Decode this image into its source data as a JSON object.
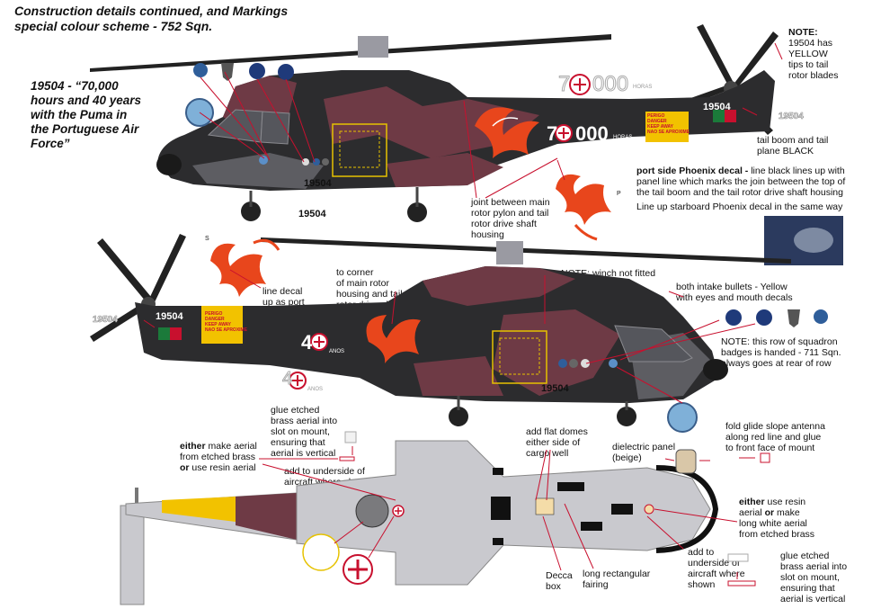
{
  "header": {
    "title_line1": "Construction details continued, and Markings",
    "title_line2": "special colour scheme - 752 Sqn."
  },
  "history": {
    "line1": "19504 - “70,000",
    "line2": "hours and 40 years",
    "line3": "with the Puma in",
    "line4": "the Portuguese Air",
    "line5": "Force”"
  },
  "notes": {
    "yellow_note_title": "NOTE:",
    "yellow_note_l1": "19504 has",
    "yellow_note_l2": "YELLOW",
    "yellow_note_l3": "tips to tail",
    "yellow_note_l4": "rotor blades",
    "tail_boom_l1": "tail boom and tail",
    "tail_boom_l2": "plane BLACK",
    "phoenix_bold": "port side Phoenix decal -",
    "phoenix_rest_l1": " line black lines up with",
    "phoenix_l2": "panel line which marks the join between the top of",
    "phoenix_l3": "the tail boom and the tail rotor drive shaft housing",
    "starboard_line": "Line up starboard Phoenix decal in the same way",
    "joint_l1": "joint between main",
    "joint_l2": "rotor pylon and tail",
    "joint_l3": "rotor drive shaft",
    "joint_l4": "housing",
    "line_decal_l1": "line decal",
    "line_decal_l2": "up as port",
    "corner_l1": "to corner",
    "corner_l2": "of main rotor",
    "corner_l3": "housing and tail",
    "corner_l4": "rotor drive shaft",
    "winch": "NOTE: winch not fitted",
    "bullets_l1": "both intake bullets - Yellow",
    "bullets_l2": "with eyes and mouth decals",
    "badges_l1": "NOTE: this row of squadron",
    "badges_l2": "badges is handed - 711 Sqn.",
    "badges_l3": "always goes at rear of row",
    "glue_top_l1": "glue etched",
    "glue_top_l2": "brass aerial into",
    "glue_top_l3": "slot on mount,",
    "glue_top_l4": "ensuring that",
    "glue_top_l5": "aerial is vertical",
    "either_left_l1_bold": "either",
    "either_left_l1_rest": " make aerial",
    "either_left_l2": "from etched brass",
    "either_left_l3_bold": "or",
    "either_left_l3_rest": " use resin aerial",
    "underside_left_l1": "add to underside of",
    "underside_left_l2": "aircraft where shown",
    "domes_l1": "add flat domes",
    "domes_l2": "either side of",
    "domes_l3": "cargo well",
    "dielectric_l1": "dielectric panel",
    "dielectric_l2": "(beige)",
    "glide_l1": "fold glide slope antenna",
    "glide_l2": "along red line and glue",
    "glide_l3": "to front face of mount",
    "either_right_l1_bold": "either",
    "either_right_l1_rest": " use resin",
    "either_right_l2_a": "aerial ",
    "either_right_l2_bold": "or",
    "either_right_l2_b": " make",
    "either_right_l3": "long white aerial",
    "either_right_l4": "from etched brass",
    "glue_right_l1": "glue etched",
    "glue_right_l2": "brass aerial into",
    "glue_right_l3": "slot on mount,",
    "glue_right_l4": "ensuring that",
    "glue_right_l5": "aerial is vertical",
    "add_under_right_l1": "add to",
    "add_under_right_l2": "underside of",
    "add_under_right_l3": "aircraft where",
    "add_under_right_l4": "shown",
    "fairing_l1": "long rectangular",
    "fairing_l2": "fairing",
    "decca_l1": "Decca",
    "decca_l2": "box"
  },
  "markings": {
    "serial": "19504",
    "hours_big": "70000",
    "hours_7": "7",
    "hours_000": "000",
    "hours_unit": "HORAS",
    "years_4": "4",
    "years_unit": "ANOS",
    "danger_l1": "PERIGO",
    "danger_l2": "DANGER",
    "keep_l1": "KEEP AWAY",
    "keep_l2": "NAO SE APROXIME",
    "decal_p": "P",
    "decal_s": "S"
  },
  "colors": {
    "camo_dark": "#2a2a2c",
    "camo_maroon": "#6e3a45",
    "camo_grey": "#5d5d62",
    "underside_grey": "#c9c9ce",
    "yellow": "#f2c200",
    "red": "#c8102e",
    "phoenix": "#e8461c"
  }
}
